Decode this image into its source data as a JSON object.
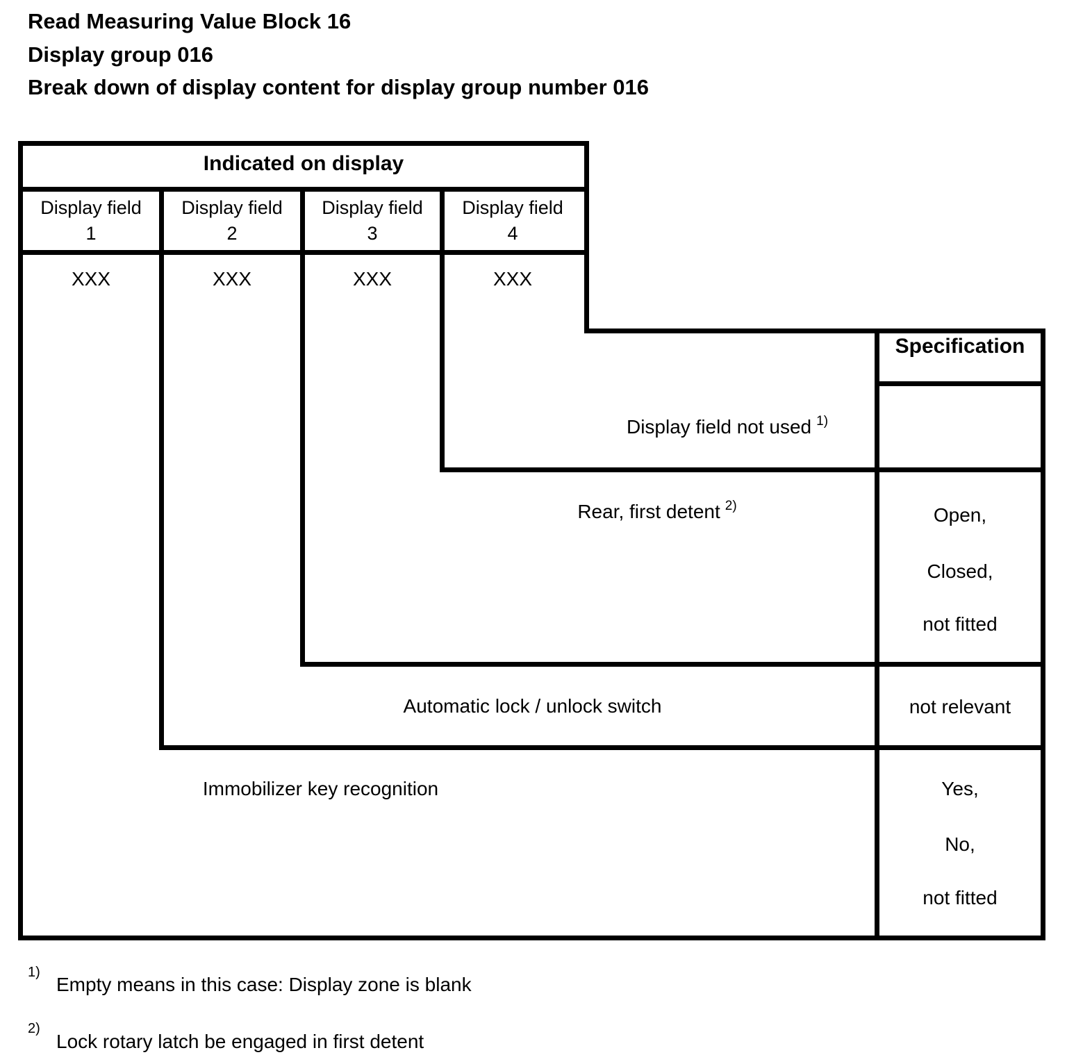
{
  "page": {
    "titles": [
      "Read Measuring Value Block 16",
      "Display group 016",
      "Break down of display content for display group number 016"
    ]
  },
  "table": {
    "indicated_header": "Indicated on display",
    "spec_header": "Specification",
    "columns": [
      {
        "label": "Display field",
        "number": "1",
        "value": "XXX"
      },
      {
        "label": "Display field",
        "number": "2",
        "value": "XXX"
      },
      {
        "label": "Display field",
        "number": "3",
        "value": "XXX"
      },
      {
        "label": "Display field",
        "number": "4",
        "value": "XXX"
      }
    ],
    "rows": [
      {
        "field": "4",
        "label": "Display field not used",
        "sup": "1)",
        "spec": []
      },
      {
        "field": "3",
        "label": "Rear, first detent",
        "sup": "2)",
        "spec": [
          "Open,",
          "Closed,",
          "not fitted"
        ]
      },
      {
        "field": "2",
        "label": "Automatic lock / unlock switch",
        "sup": "",
        "spec": [
          "not relevant"
        ]
      },
      {
        "field": "1",
        "label": "Immobilizer key recognition",
        "sup": "",
        "spec": [
          "Yes,",
          "No,",
          "not fitted"
        ]
      }
    ],
    "colors": {
      "line": "#000000",
      "text": "#000000",
      "background": "#ffffff"
    }
  },
  "footnotes": [
    {
      "marker": "1)",
      "text": "Empty means in this case: Display zone is blank"
    },
    {
      "marker": "2)",
      "text": "Lock rotary latch be engaged in first detent"
    }
  ]
}
